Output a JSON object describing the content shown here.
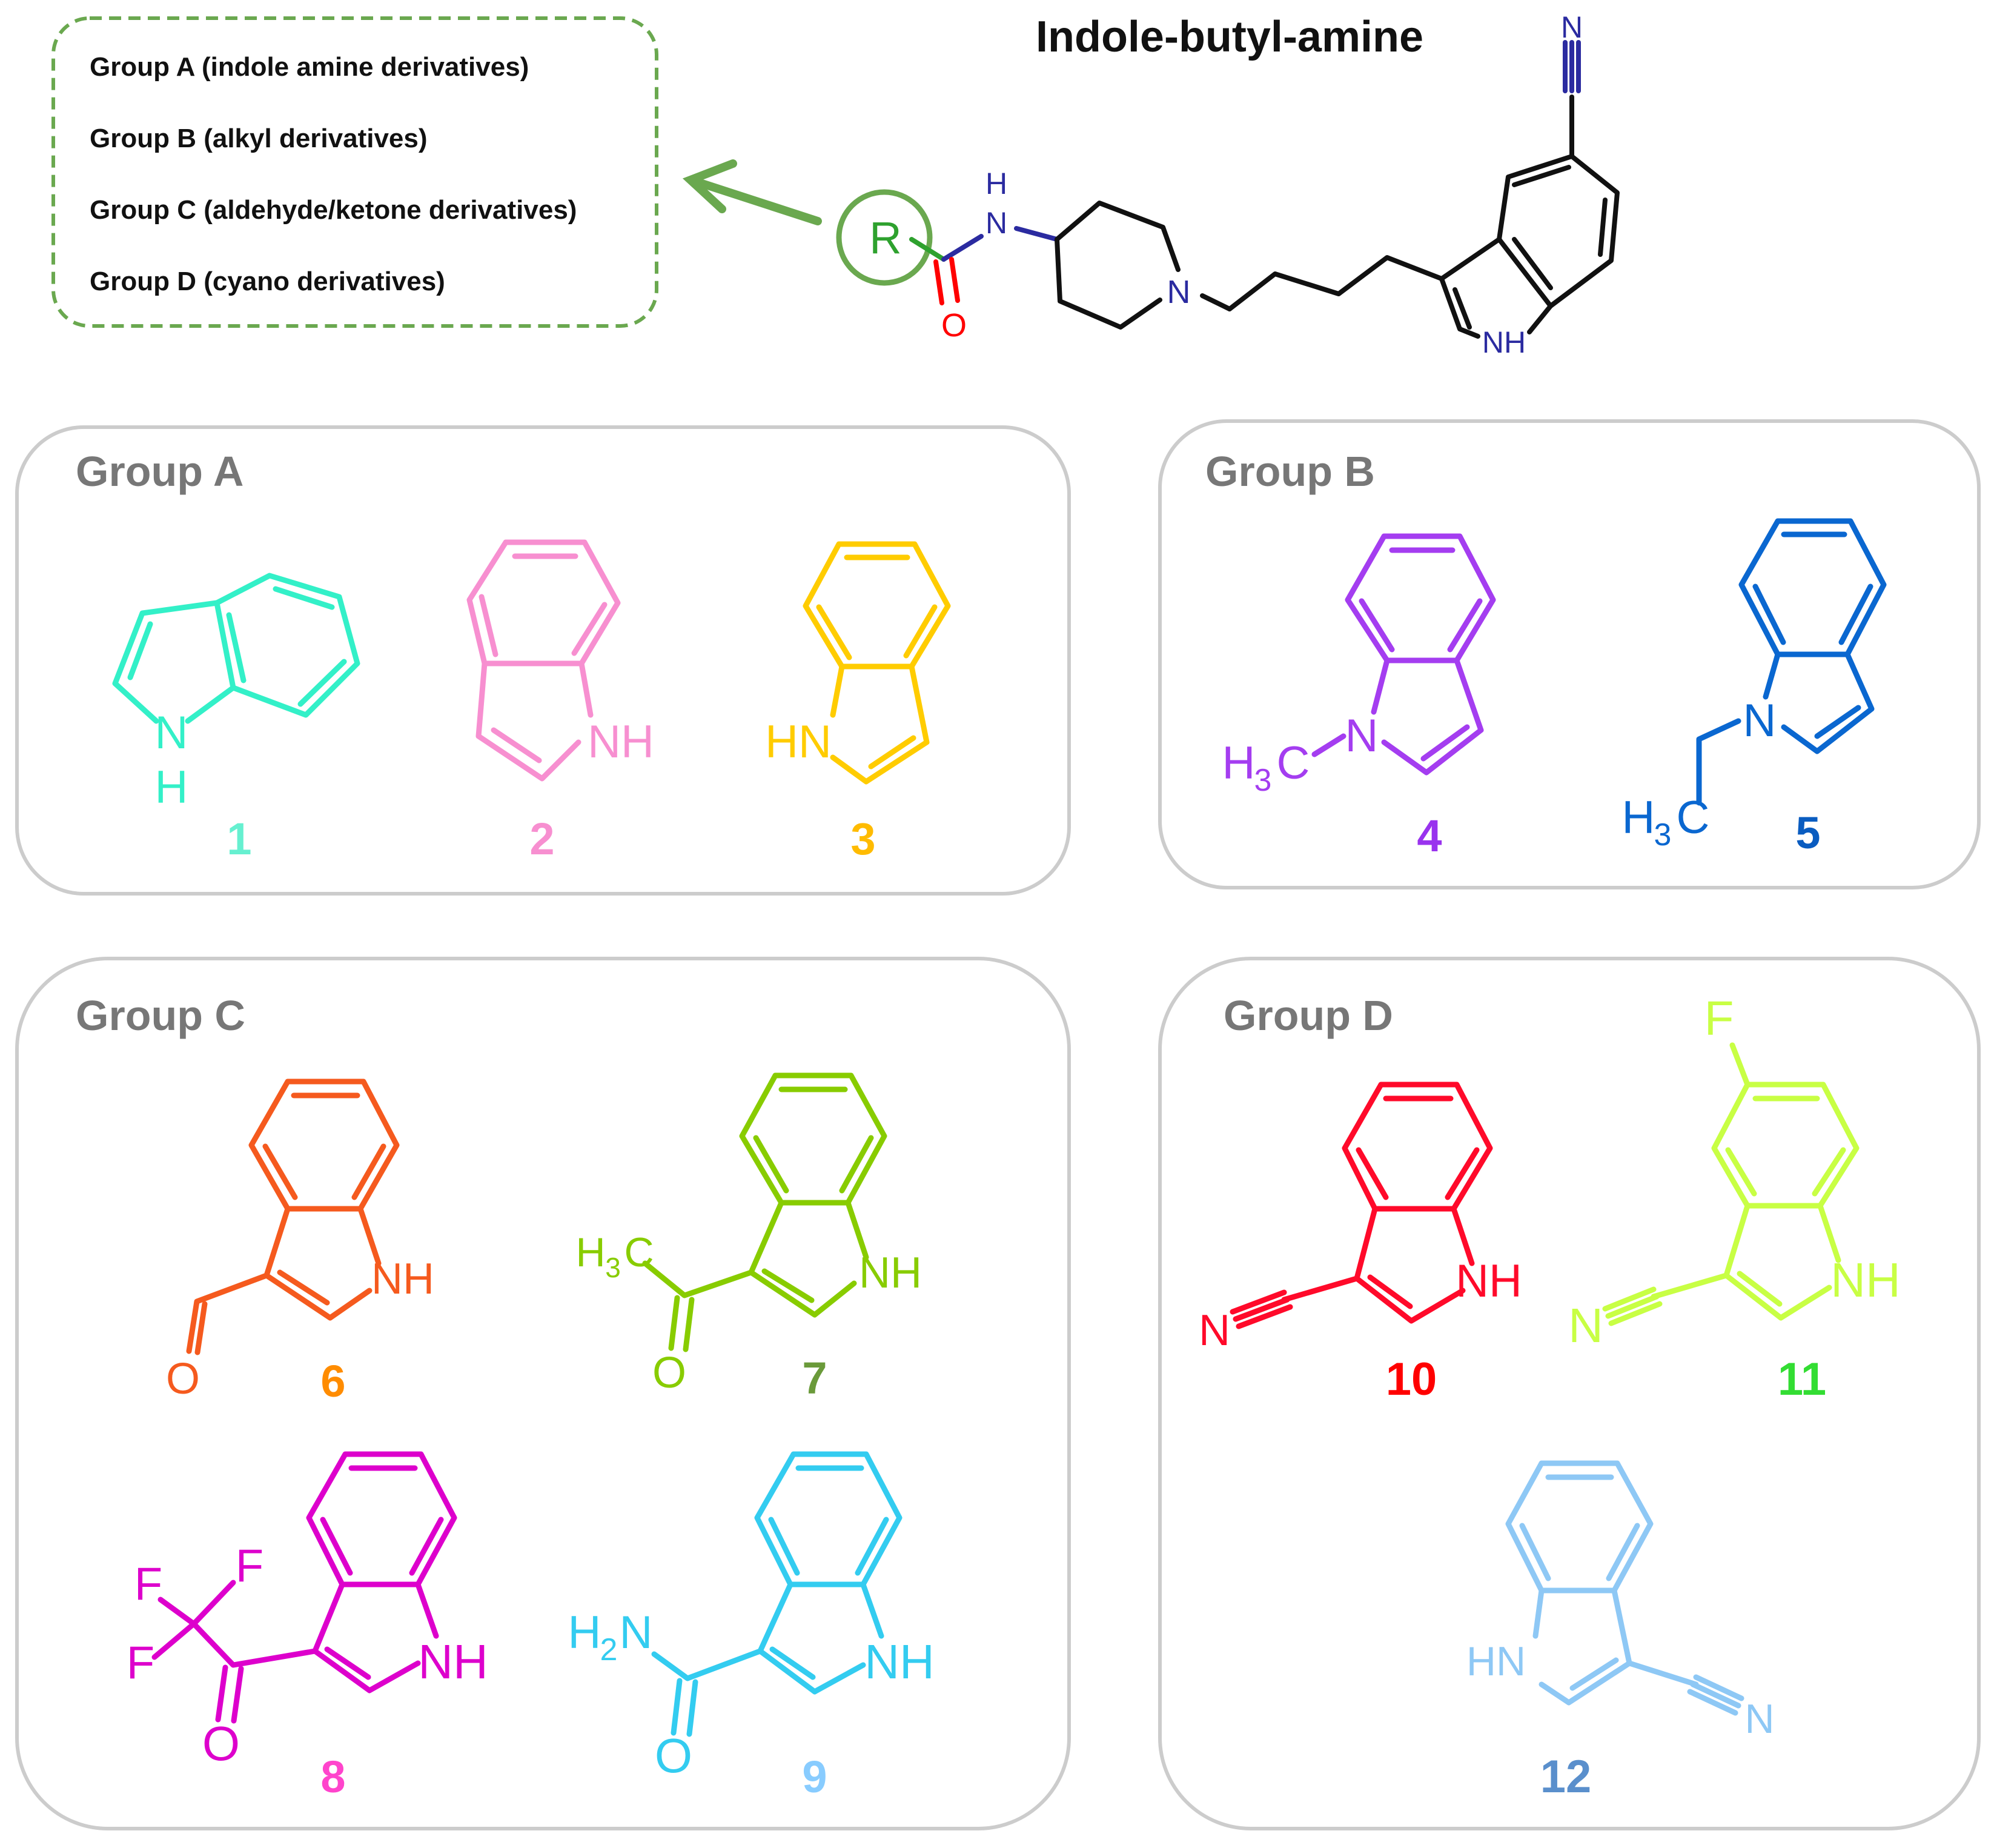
{
  "title": "Indole-butyl-amine",
  "legend": {
    "items": [
      "Group A (indole amine derivatives)",
      "Group B (alkyl derivatives)",
      "Group C (aldehyde/ketone derivatives)",
      "Group D (cyano derivatives)"
    ],
    "border_color": "#6aa84f"
  },
  "scaffold": {
    "r_label": "R",
    "nh_top_h": "H",
    "nh_top_n": "N",
    "carbonyl_o": "O",
    "piperidine_n": "N",
    "indole_nh": "NH",
    "nitrile_n": "N",
    "r_color": "#2ea12e",
    "hetero_color": "#2b2ba0",
    "o_color": "#ff0000"
  },
  "groups": [
    {
      "title": "Group A"
    },
    {
      "title": "Group B"
    },
    {
      "title": "Group C"
    },
    {
      "title": "Group D"
    }
  ],
  "compounds": [
    {
      "number": "1",
      "atom_color": "#33f0c8",
      "number_color": "#66f0d0",
      "labels": {
        "n": "N",
        "h": "H"
      }
    },
    {
      "number": "2",
      "atom_color": "#f78fd0",
      "number_color": "#f78fd0",
      "labels": {
        "nh": "NH"
      }
    },
    {
      "number": "3",
      "atom_color": "#ffcc00",
      "number_color": "#ffbb00",
      "labels": {
        "hn": "HN"
      }
    },
    {
      "number": "4",
      "atom_color": "#a43df0",
      "number_color": "#9933ee",
      "labels": {
        "n": "N",
        "h": "H",
        "sub3": "3",
        "c": "C"
      }
    },
    {
      "number": "5",
      "atom_color": "#0a67d0",
      "number_color": "#0a5cc0",
      "labels": {
        "n": "N",
        "h": "H",
        "sub3": "3",
        "c": "C"
      }
    },
    {
      "number": "6",
      "atom_color": "#f55a1e",
      "number_color": "#ff8c00",
      "labels": {
        "nh": "NH",
        "o": "O"
      }
    },
    {
      "number": "7",
      "atom_color": "#88cc00",
      "number_color": "#6a9a3a",
      "labels": {
        "nh": "NH",
        "o": "O",
        "h": "H",
        "sub3": "3",
        "c": "C"
      }
    },
    {
      "number": "8",
      "atom_color": "#dd00cc",
      "number_color": "#ff44cc",
      "labels": {
        "nh": "NH",
        "o": "O",
        "f1": "F",
        "f2": "F",
        "f3": "F"
      }
    },
    {
      "number": "9",
      "atom_color": "#33ccf0",
      "number_color": "#88ccff",
      "labels": {
        "nh": "NH",
        "o": "O",
        "h": "H",
        "sub2": "2",
        "n": "N"
      }
    },
    {
      "number": "10",
      "atom_color": "#ff0a2a",
      "number_color": "#ff0000",
      "labels": {
        "nh": "NH",
        "n": "N"
      }
    },
    {
      "number": "11",
      "atom_color": "#c8ff44",
      "number_color": "#33dd33",
      "labels": {
        "nh": "NH",
        "n": "N",
        "f": "F"
      }
    },
    {
      "number": "12",
      "atom_color": "#8ec8f5",
      "number_color": "#5a8fcc",
      "labels": {
        "hn": "HN",
        "n": "N"
      }
    }
  ]
}
